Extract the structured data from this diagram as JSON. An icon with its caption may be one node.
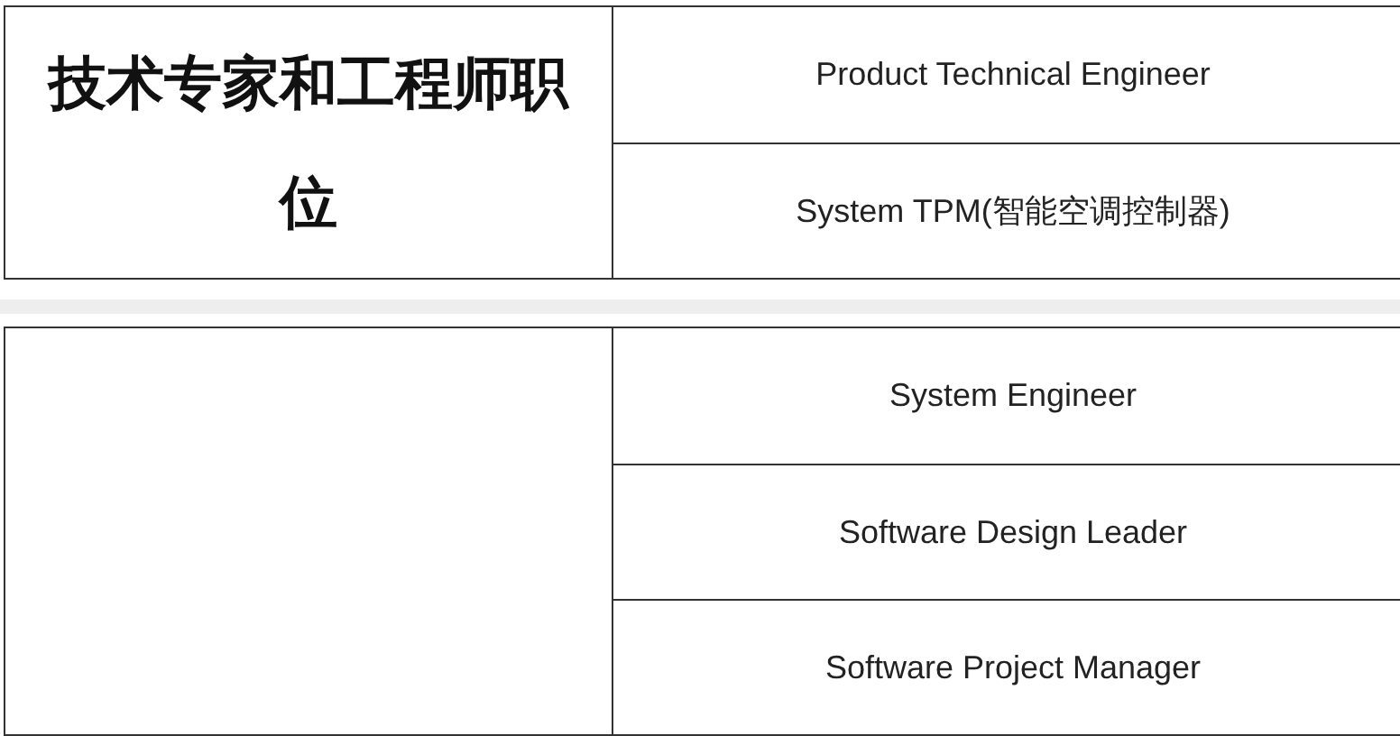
{
  "diagram": {
    "labels": [
      "技术专家和工程师职位",
      "Product Technical Engineer",
      "System TPM(智能空调控制器)",
      "System Engineer",
      "Software Design Leader",
      "Software Project Manager"
    ]
  }
}
